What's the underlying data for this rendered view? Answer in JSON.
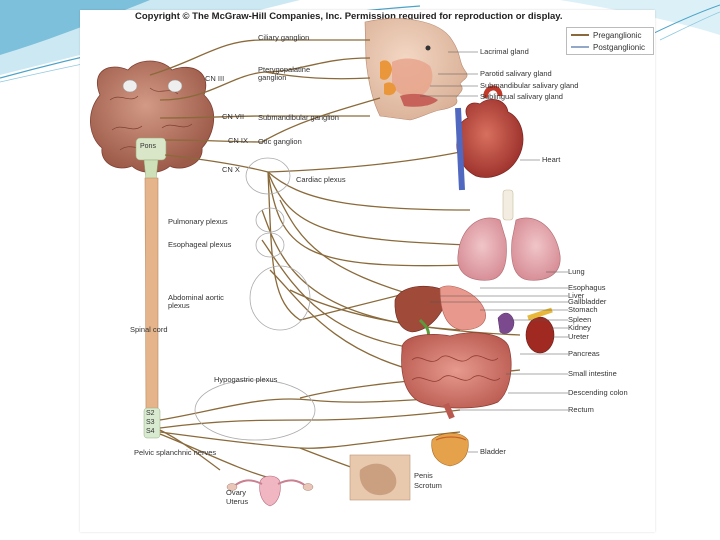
{
  "copyright": "Copyright © The McGraw-Hill Companies, Inc. Permission required for reproduction or display.",
  "legend": {
    "preganglionic": "Preganglionic",
    "postganglionic": "Postganglionic"
  },
  "colors": {
    "nerve": "#8a6a3a",
    "post_nerve": "#93a8c8",
    "organ_red": "#c85a55",
    "brain": "#b8705e",
    "slide_accent": "#6fb9d6"
  },
  "labels": {
    "ciliary_ganglion": "Ciliary ganglion",
    "pterygopalatine": "Pterygopalatine",
    "ganglion": "ganglion",
    "lacrimal_gland": "Lacrimal gland",
    "parotid": "Parotid salivary gland",
    "submandibular_gland": "Submandibular salivary gland",
    "sublingual": "Sublingual salivary gland",
    "cn3": "CN III",
    "cn7": "CN VII",
    "cn9": "CN IX",
    "cn10": "CN X",
    "pons": "Pons",
    "submandibular_ganglion": "Submandibular ganglion",
    "otic_ganglion": "Otic ganglion",
    "cardiac_plexus": "Cardiac plexus",
    "heart": "Heart",
    "pulmonary_plexus": "Pulmonary plexus",
    "esophageal_plexus": "Esophageal plexus",
    "lung": "Lung",
    "esophagus": "Esophagus",
    "liver": "Liver",
    "gallbladder": "Gallbladder",
    "stomach": "Stomach",
    "spleen": "Spleen",
    "kidney": "Kidney",
    "ureter": "Ureter",
    "abdominal_aortic_1": "Abdominal aortic",
    "abdominal_aortic_2": "plexus",
    "spinal_cord": "Spinal cord",
    "pancreas": "Pancreas",
    "small_intestine": "Small intestine",
    "descending_colon": "Descending colon",
    "hypogastric_plexus": "Hypogastric plexus",
    "rectum": "Rectum",
    "s2": "S2",
    "s3": "S3",
    "s4": "S4",
    "pelvic_splanchnic": "Pelvic splanchnic nerves",
    "bladder": "Bladder",
    "penis": "Penis",
    "scrotum": "Scrotum",
    "ovary": "Ovary",
    "uterus": "Uterus"
  }
}
